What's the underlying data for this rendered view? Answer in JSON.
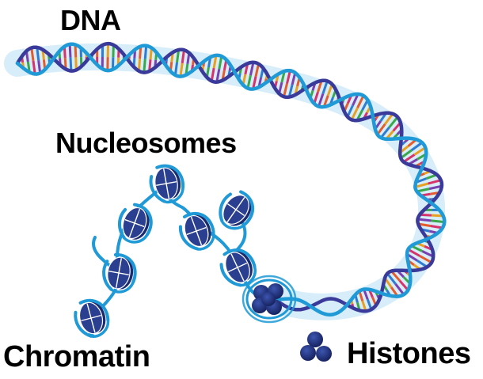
{
  "labels": {
    "dna": "DNA",
    "nucleosomes": "Nucleosomes",
    "chromatin": "Chromatin",
    "histones": "Histones"
  },
  "colors": {
    "strand": "#1f9ad6",
    "strand_dark": "#3a3a9a",
    "glow": "#bfe2f6",
    "histone": "#1a2a6e",
    "histone_light": "#2a3f8f",
    "base_pairs": [
      "#2e7bd1",
      "#e8a020",
      "#3aa84a",
      "#d6336c",
      "#7a3fb0",
      "#e45c2c"
    ]
  },
  "icons": [
    "histone-cluster-icon",
    "histones-legend-icon",
    "nucleosome-icon"
  ]
}
